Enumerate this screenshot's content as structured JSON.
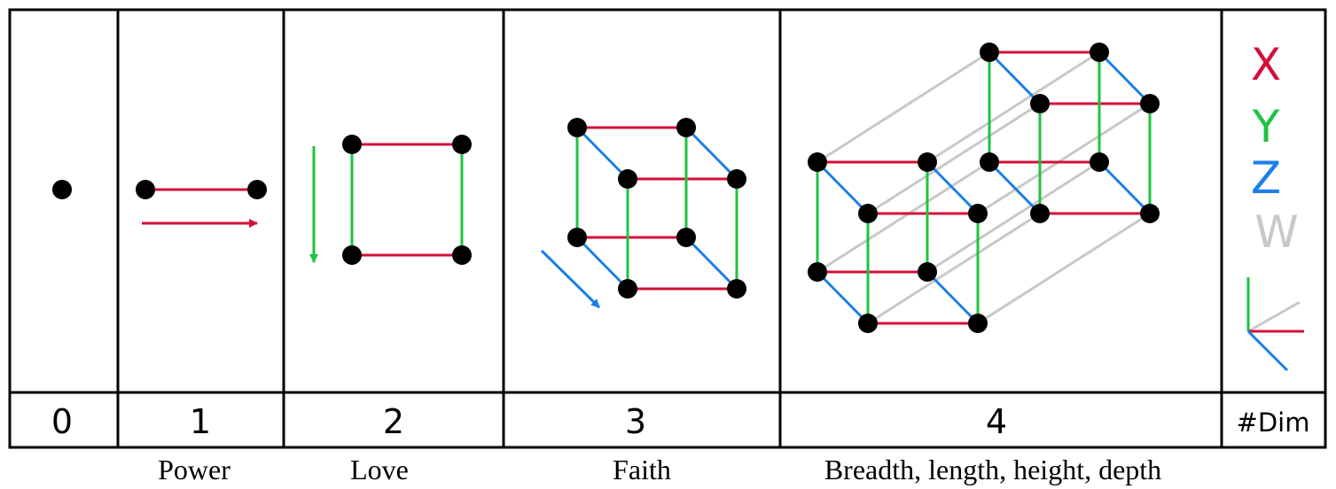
{
  "colors": {
    "x": "#d40f3a",
    "y": "#1ec341",
    "z": "#1a7fe8",
    "w": "#c8c8c8",
    "vertex": "#000000",
    "border": "#000000"
  },
  "columns": [
    {
      "dim": "0",
      "caption": ""
    },
    {
      "dim": "1",
      "caption": "Power"
    },
    {
      "dim": "2",
      "caption": "Love"
    },
    {
      "dim": "3",
      "caption": "Faith"
    },
    {
      "dim": "4",
      "caption": "Breadth, length, height, depth"
    },
    {
      "dim": "#Dim",
      "caption": ""
    }
  ],
  "legend": {
    "x": "X",
    "y": "Y",
    "z": "Z",
    "w": "W"
  }
}
